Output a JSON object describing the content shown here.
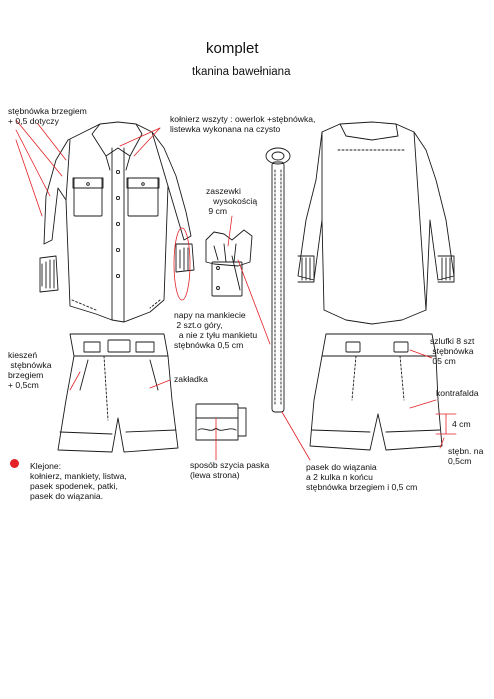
{
  "header": {
    "title": "komplet",
    "subtitle": "tkanina bawełniana"
  },
  "notes": {
    "topstitch_edge": "stębnówka brzegiem\n+ 0,5 dotyczy",
    "collar": "kołnierz wszyty : owerlok +stębnówka,\nlistewka wykonana na czysto",
    "pleats": "zaszewki\n   wysokością\n 9 cm",
    "cuff_snaps": "napy na mankiecie\n 2 szt.o góry,\n  a nie z tyłu mankietu\nstębnówka 0,5 cm",
    "pocket": "kieszeń\n stębnówka\nbrzegiem\n+ 0,5cm",
    "tuck": "zakładka",
    "loops": "szlufki 8 szt\n stębnówka\n 05 cm",
    "counterpleat": "kontrafalda",
    "hem_4cm": "4 cm",
    "hem_stitch": "stębn. na\n0,5cm",
    "waistband": "sposób szycia paska\n(lewa strona)",
    "tie_belt": "pasek do wiązania\na 2 kulka n końcu\nstębnówka brzegiem i 0,5 cm"
  },
  "legend": {
    "text": "Klejone:\nkołnierz, mankiety, listwa,\npasek spodenek, patki,\npasek do wiązania.",
    "dot_color": "#e32126"
  },
  "colors": {
    "annotation": "#e32126",
    "line": "#1a1a1a"
  }
}
